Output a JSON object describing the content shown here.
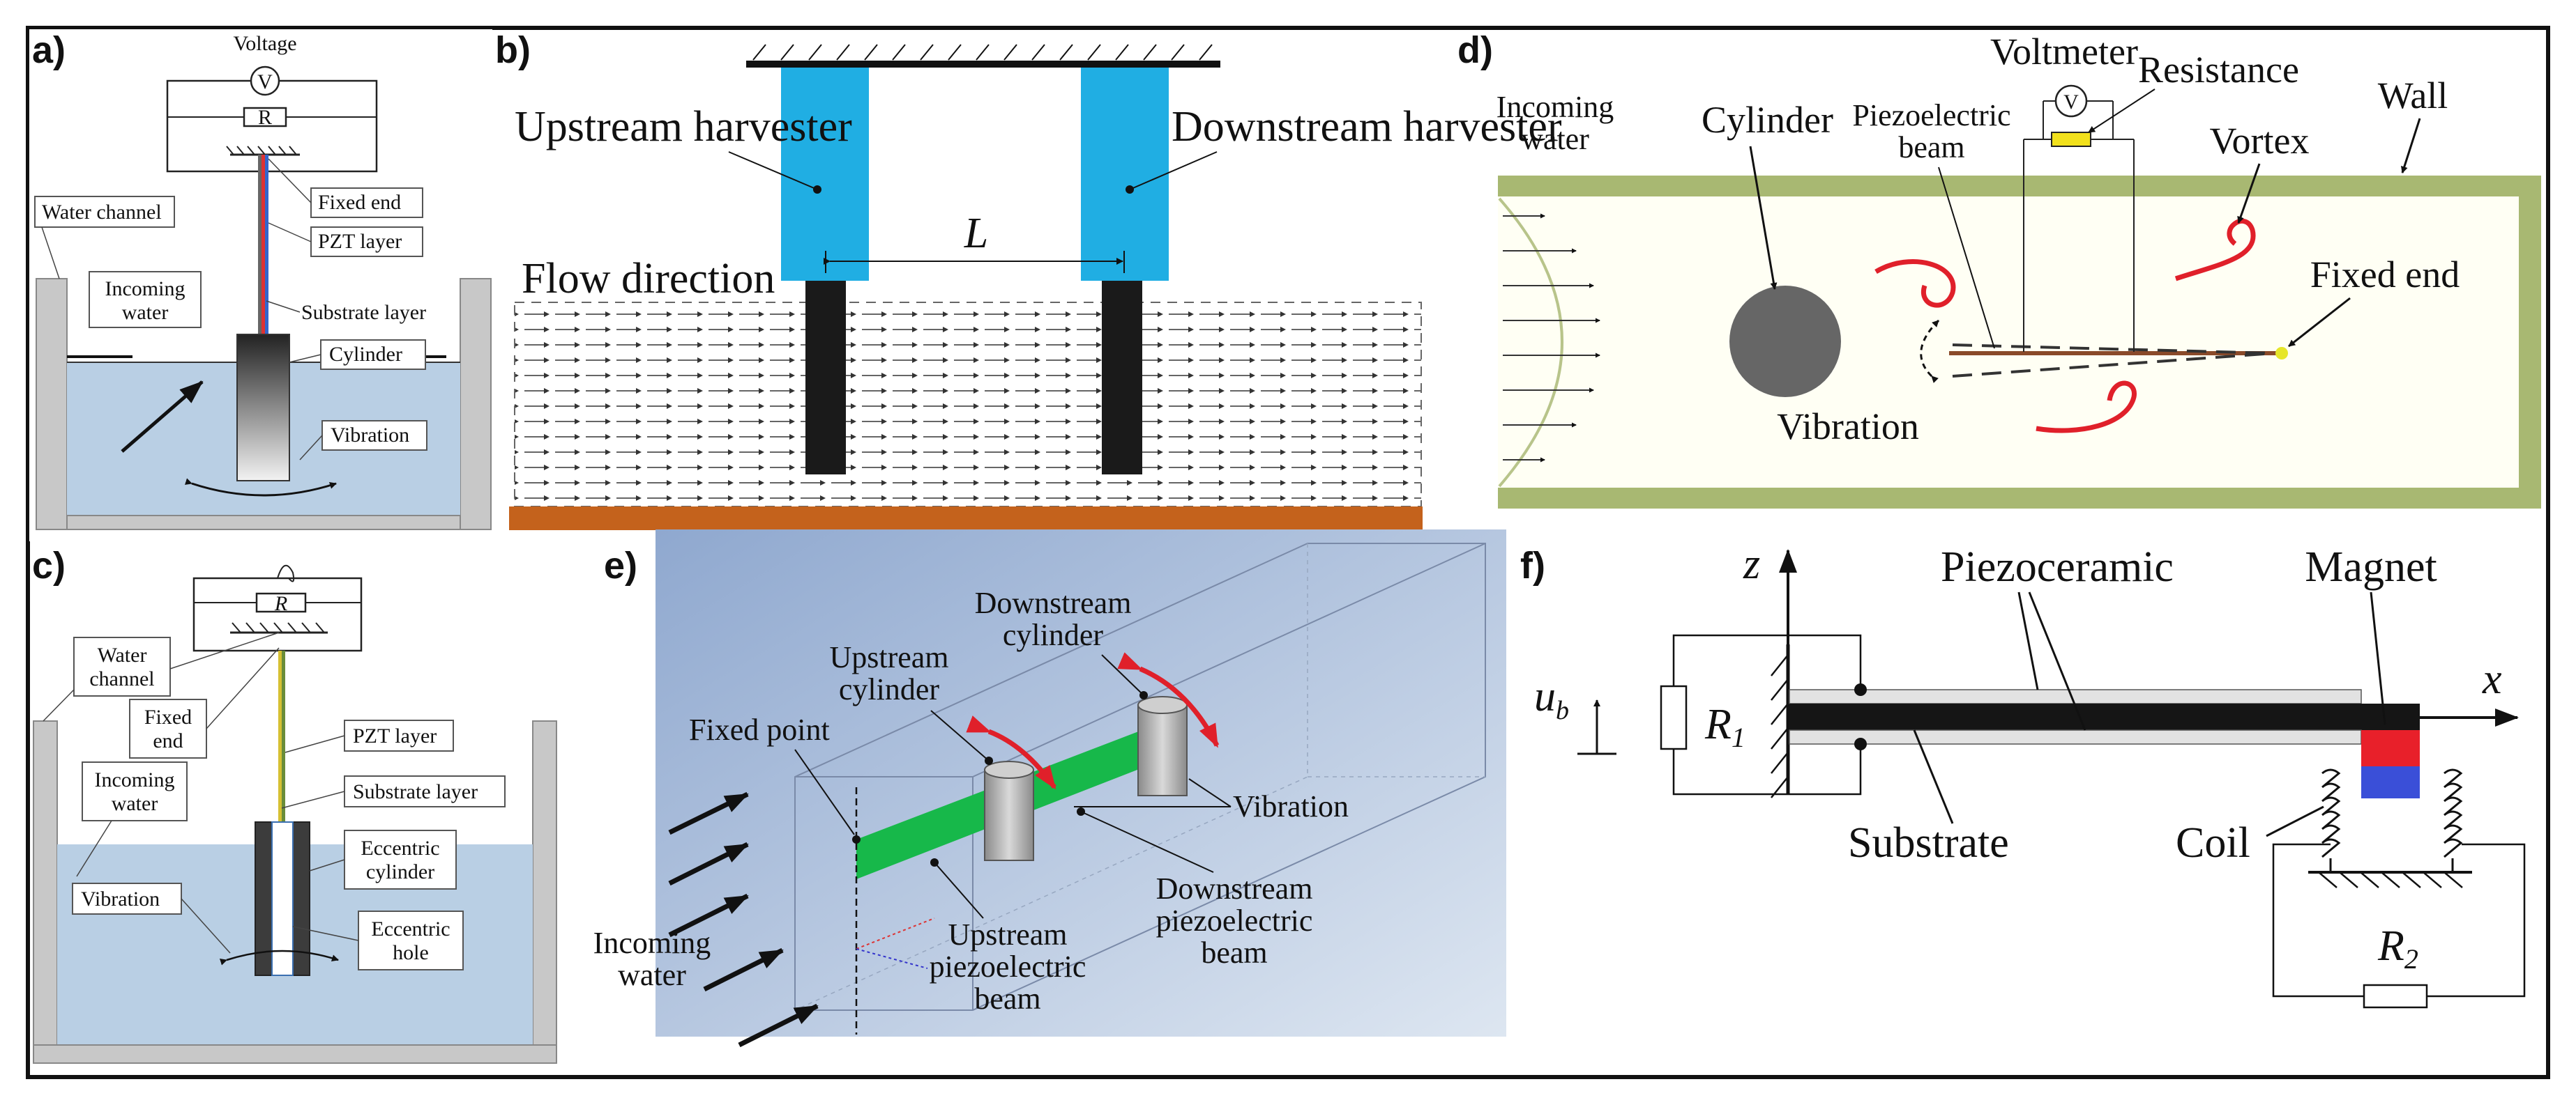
{
  "panel_labels": {
    "a": "a)",
    "b": "b)",
    "c": "c)",
    "d": "d)",
    "e": "e)",
    "f": "f)"
  },
  "panel_a": {
    "voltage": "Voltage",
    "meter": "V",
    "resistor": "R",
    "water_channel": "Water channel",
    "fixed_end": "Fixed end",
    "pzt_layer": "PZT layer",
    "incoming_water": [
      "Incoming",
      "water"
    ],
    "substrate_layer": "Substrate layer",
    "cylinder": "Cylinder",
    "vibration": "Vibration"
  },
  "panel_b": {
    "upstream": "Upstream harvester",
    "downstream": "Downstream harvester",
    "distance": "L",
    "flow": "Flow direction"
  },
  "panel_c": {
    "resistor": "R",
    "water_channel": [
      "Water",
      "channel"
    ],
    "fixed_end": [
      "Fixed",
      "end"
    ],
    "pzt_layer": "PZT layer",
    "incoming_water": [
      "Incoming",
      "water"
    ],
    "substrate_layer": "Substrate layer",
    "eccentric_cylinder": [
      "Eccentric",
      "cylinder"
    ],
    "vibration": "Vibration",
    "eccentric_hole": [
      "Eccentric",
      "hole"
    ]
  },
  "panel_d": {
    "voltmeter": "Voltmeter",
    "meter": "V",
    "resistance": "Resistance",
    "incoming_water": [
      "Incoming",
      "water"
    ],
    "cylinder": "Cylinder",
    "piezo_beam": [
      "Piezoelectric",
      "beam"
    ],
    "vortex": "Vortex",
    "wall": "Wall",
    "fixed_end": "Fixed end",
    "vibration": "Vibration"
  },
  "panel_e": {
    "downstream_cylinder": [
      "Downstream",
      "cylinder"
    ],
    "upstream_cylinder": [
      "Upstream",
      "cylinder"
    ],
    "fixed_point": "Fixed point",
    "vibration": "Vibration",
    "incoming_water": [
      "Incoming",
      "water"
    ],
    "upstream_beam": [
      "Upstream",
      "piezoelectric",
      "beam"
    ],
    "downstream_beam": [
      "Downstream",
      "piezoelectric",
      "beam"
    ]
  },
  "panel_f": {
    "z": "z",
    "x": "x",
    "ub": "u",
    "ub_sub": "b",
    "r1": "R",
    "r1_sub": "1",
    "r2": "R",
    "r2_sub": "2",
    "piezoceramic": "Piezoceramic",
    "magnet": "Magnet",
    "substrate": "Substrate",
    "coil": "Coil"
  },
  "colors": {
    "harvester": "#20aee3",
    "ground": "#c4621c",
    "water": "#b9cfe4",
    "beam_green": "#17b84a",
    "vortex": "#e0202a",
    "wall": "#a8b872",
    "magnet_red": "#e8202a",
    "magnet_blue": "#3a4fd8"
  }
}
